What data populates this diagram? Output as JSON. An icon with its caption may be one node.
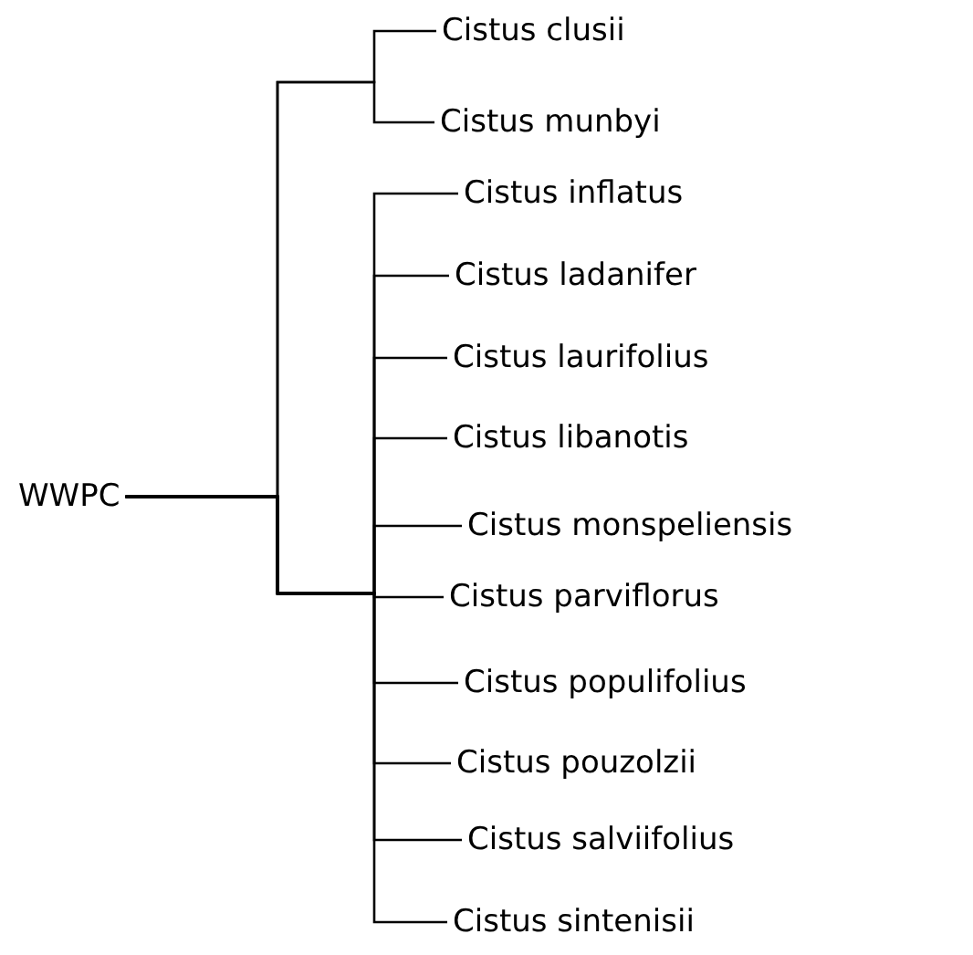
{
  "diagram": {
    "nodes": [
      {
        "text": [
          "WWPC"
        ]
      },
      {
        "text": [
          "Cistus clusii"
        ]
      },
      {
        "text": [
          "Cistus munbyi"
        ]
      },
      {
        "text": [
          "Cistus inflatus"
        ]
      },
      {
        "text": [
          "Cistus ladanifer"
        ]
      },
      {
        "text": [
          "Cistus laurifolius"
        ]
      },
      {
        "text": [
          "Cistus libanotis"
        ]
      },
      {
        "text": [
          "Cistus monspeliensis"
        ]
      },
      {
        "text": [
          "Cistus parviflorus"
        ]
      },
      {
        "text": [
          "Cistus populifolius"
        ]
      },
      {
        "text": [
          "Cistus pouzolzii"
        ]
      },
      {
        "text": [
          "Cistus salviifolius"
        ]
      },
      {
        "text": [
          "Cistus sintenisii"
        ]
      }
    ],
    "edges": [
      {
        "from": 0,
        "to": 1,
        "arrow": "none"
      },
      {
        "from": 0,
        "to": 2,
        "arrow": "none"
      },
      {
        "from": 0,
        "to": 3,
        "arrow": "none"
      },
      {
        "from": 0,
        "to": 4,
        "arrow": "none"
      },
      {
        "from": 0,
        "to": 5,
        "arrow": "none"
      },
      {
        "from": 0,
        "to": 6,
        "arrow": "none"
      },
      {
        "from": 0,
        "to": 7,
        "arrow": "none"
      },
      {
        "from": 0,
        "to": 8,
        "arrow": "none"
      },
      {
        "from": 0,
        "to": 9,
        "arrow": "none"
      },
      {
        "from": 0,
        "to": 10,
        "arrow": "none"
      },
      {
        "from": 0,
        "to": 11,
        "arrow": "none"
      },
      {
        "from": 0,
        "to": 12,
        "arrow": "none"
      }
    ]
  }
}
